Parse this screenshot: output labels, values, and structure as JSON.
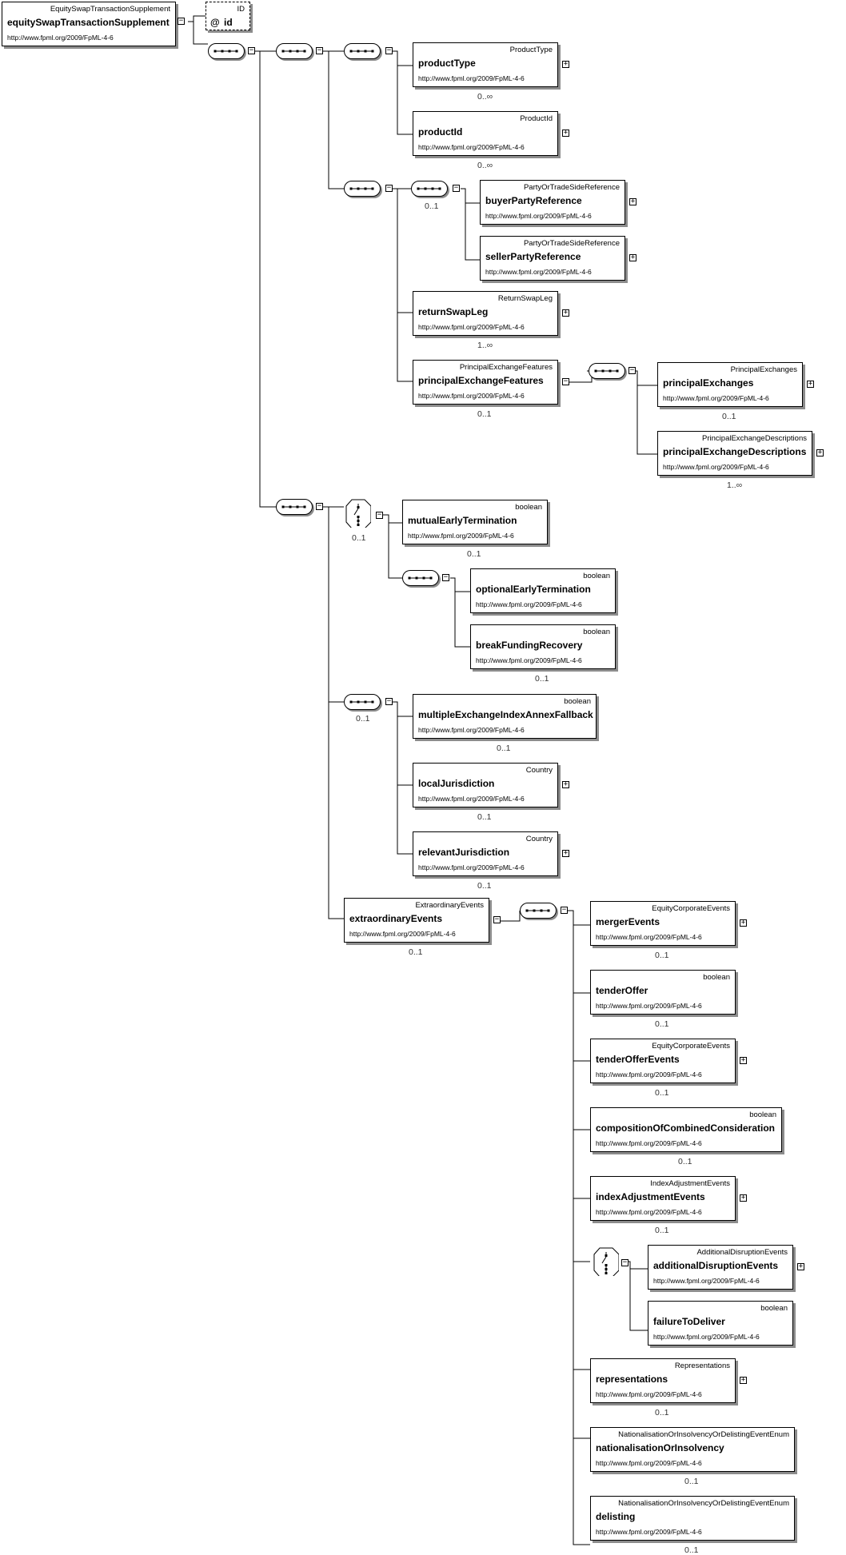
{
  "root": {
    "type": "EquitySwapTransactionSupplement",
    "name": "equitySwapTransactionSupplement",
    "ns": "http://www.fpml.org/2009/FpML-4-6"
  },
  "attr": {
    "type": "ID",
    "at": "@",
    "name": "id"
  },
  "elements": {
    "productType": {
      "type": "ProductType",
      "name": "productType",
      "ns": "http://www.fpml.org/2009/FpML-4-6",
      "card": "0..∞"
    },
    "productId": {
      "type": "ProductId",
      "name": "productId",
      "ns": "http://www.fpml.org/2009/FpML-4-6",
      "card": "0..∞"
    },
    "buyerPartyReference": {
      "type": "PartyOrTradeSideReference",
      "name": "buyerPartyReference",
      "ns": "http://www.fpml.org/2009/FpML-4-6"
    },
    "sellerPartyReference": {
      "type": "PartyOrTradeSideReference",
      "name": "sellerPartyReference",
      "ns": "http://www.fpml.org/2009/FpML-4-6"
    },
    "returnSwapLeg": {
      "type": "ReturnSwapLeg",
      "name": "returnSwapLeg",
      "ns": "http://www.fpml.org/2009/FpML-4-6",
      "card": "1..∞"
    },
    "principalExchangeFeatures": {
      "type": "PrincipalExchangeFeatures",
      "name": "principalExchangeFeatures",
      "ns": "http://www.fpml.org/2009/FpML-4-6",
      "card": "0..1"
    },
    "principalExchanges": {
      "type": "PrincipalExchanges",
      "name": "principalExchanges",
      "ns": "http://www.fpml.org/2009/FpML-4-6",
      "card": "0..1"
    },
    "principalExchangeDescriptions": {
      "type": "PrincipalExchangeDescriptions",
      "name": "principalExchangeDescriptions",
      "ns": "http://www.fpml.org/2009/FpML-4-6",
      "card": "1..∞"
    },
    "mutualEarlyTermination": {
      "type": "boolean",
      "name": "mutualEarlyTermination",
      "ns": "http://www.fpml.org/2009/FpML-4-6",
      "card": "0..1"
    },
    "optionalEarlyTermination": {
      "type": "boolean",
      "name": "optionalEarlyTermination",
      "ns": "http://www.fpml.org/2009/FpML-4-6"
    },
    "breakFundingRecovery": {
      "type": "boolean",
      "name": "breakFundingRecovery",
      "ns": "http://www.fpml.org/2009/FpML-4-6",
      "card": "0..1"
    },
    "multipleExchangeIndexAnnexFallback": {
      "type": "boolean",
      "name": "multipleExchangeIndexAnnexFallback",
      "ns": "http://www.fpml.org/2009/FpML-4-6",
      "card": "0..1"
    },
    "localJurisdiction": {
      "type": "Country",
      "name": "localJurisdiction",
      "ns": "http://www.fpml.org/2009/FpML-4-6",
      "card": "0..1"
    },
    "relevantJurisdiction": {
      "type": "Country",
      "name": "relevantJurisdiction",
      "ns": "http://www.fpml.org/2009/FpML-4-6",
      "card": "0..1"
    },
    "extraordinaryEvents": {
      "type": "ExtraordinaryEvents",
      "name": "extraordinaryEvents",
      "ns": "http://www.fpml.org/2009/FpML-4-6",
      "card": "0..1"
    },
    "mergerEvents": {
      "type": "EquityCorporateEvents",
      "name": "mergerEvents",
      "ns": "http://www.fpml.org/2009/FpML-4-6",
      "card": "0..1"
    },
    "tenderOffer": {
      "type": "boolean",
      "name": "tenderOffer",
      "ns": "http://www.fpml.org/2009/FpML-4-6",
      "card": "0..1"
    },
    "tenderOfferEvents": {
      "type": "EquityCorporateEvents",
      "name": "tenderOfferEvents",
      "ns": "http://www.fpml.org/2009/FpML-4-6",
      "card": "0..1"
    },
    "compositionOfCombinedConsideration": {
      "type": "boolean",
      "name": "compositionOfCombinedConsideration",
      "ns": "http://www.fpml.org/2009/FpML-4-6",
      "card": "0..1"
    },
    "indexAdjustmentEvents": {
      "type": "IndexAdjustmentEvents",
      "name": "indexAdjustmentEvents",
      "ns": "http://www.fpml.org/2009/FpML-4-6",
      "card": "0..1"
    },
    "additionalDisruptionEvents": {
      "type": "AdditionalDisruptionEvents",
      "name": "additionalDisruptionEvents",
      "ns": "http://www.fpml.org/2009/FpML-4-6"
    },
    "failureToDeliver": {
      "type": "boolean",
      "name": "failureToDeliver",
      "ns": "http://www.fpml.org/2009/FpML-4-6"
    },
    "representations": {
      "type": "Representations",
      "name": "representations",
      "ns": "http://www.fpml.org/2009/FpML-4-6",
      "card": "0..1"
    },
    "nationalisationOrInsolvency": {
      "type": "NationalisationOrInsolvencyOrDelistingEventEnum",
      "name": "nationalisationOrInsolvency",
      "ns": "http://www.fpml.org/2009/FpML-4-6",
      "card": "0..1"
    },
    "delisting": {
      "type": "NationalisationOrInsolvencyOrDelistingEventEnum",
      "name": "delisting",
      "ns": "http://www.fpml.org/2009/FpML-4-6",
      "card": "0..1"
    }
  },
  "compositors": {
    "seq_buyer_seller": {
      "card": "0..1"
    },
    "choice_termination": {
      "card": "0..1"
    },
    "seq_jurisdiction": {
      "card": "0..1"
    }
  },
  "icons": {
    "expand": "+",
    "collapse": "−"
  }
}
